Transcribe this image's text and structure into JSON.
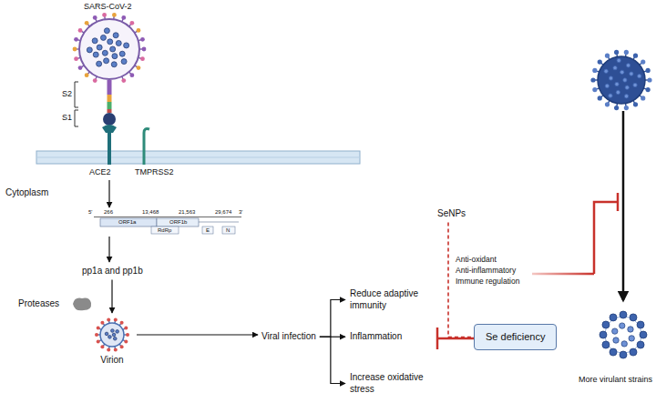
{
  "diagram": {
    "nodes": [
      {
        "text": [
          "pp1a and pp1b"
        ]
      },
      {
        "text": [
          "Virion"
        ]
      },
      {
        "text": [
          "Viral infection"
        ]
      },
      {
        "text": [
          "Reduce adaptive immunity"
        ]
      },
      {
        "text": [
          "Inflammation"
        ]
      },
      {
        "text": [
          "Increase oxidative stress"
        ]
      },
      {
        "text": [
          "SeNPs"
        ]
      },
      {
        "text": [
          "Se deficiency"
        ]
      }
    ],
    "edges": [
      {
        "from": 0,
        "to": 1,
        "arrow": "to"
      },
      {
        "from": 1,
        "to": 2,
        "arrow": "to"
      },
      {
        "from": 2,
        "to": 3,
        "arrow": "to"
      },
      {
        "from": 2,
        "to": 4,
        "arrow": "to"
      },
      {
        "from": 2,
        "to": 5,
        "arrow": "to"
      },
      {
        "from": 6,
        "to": 7,
        "arrow": "none"
      }
    ],
    "labels": [
      "SARS-CoV-2",
      "S2",
      "S1",
      "ACE2",
      "TMPRSS2",
      "Cytoplasm",
      "5'",
      "266",
      "13,468",
      "21,563",
      "29,674",
      "3'",
      "ORF1a",
      "ORF1b",
      "RdRp",
      "E",
      "N",
      "Proteases",
      "Anti-oxidant",
      "Anti-inflammatory",
      "Immune regulation",
      "More virulant strains"
    ]
  }
}
